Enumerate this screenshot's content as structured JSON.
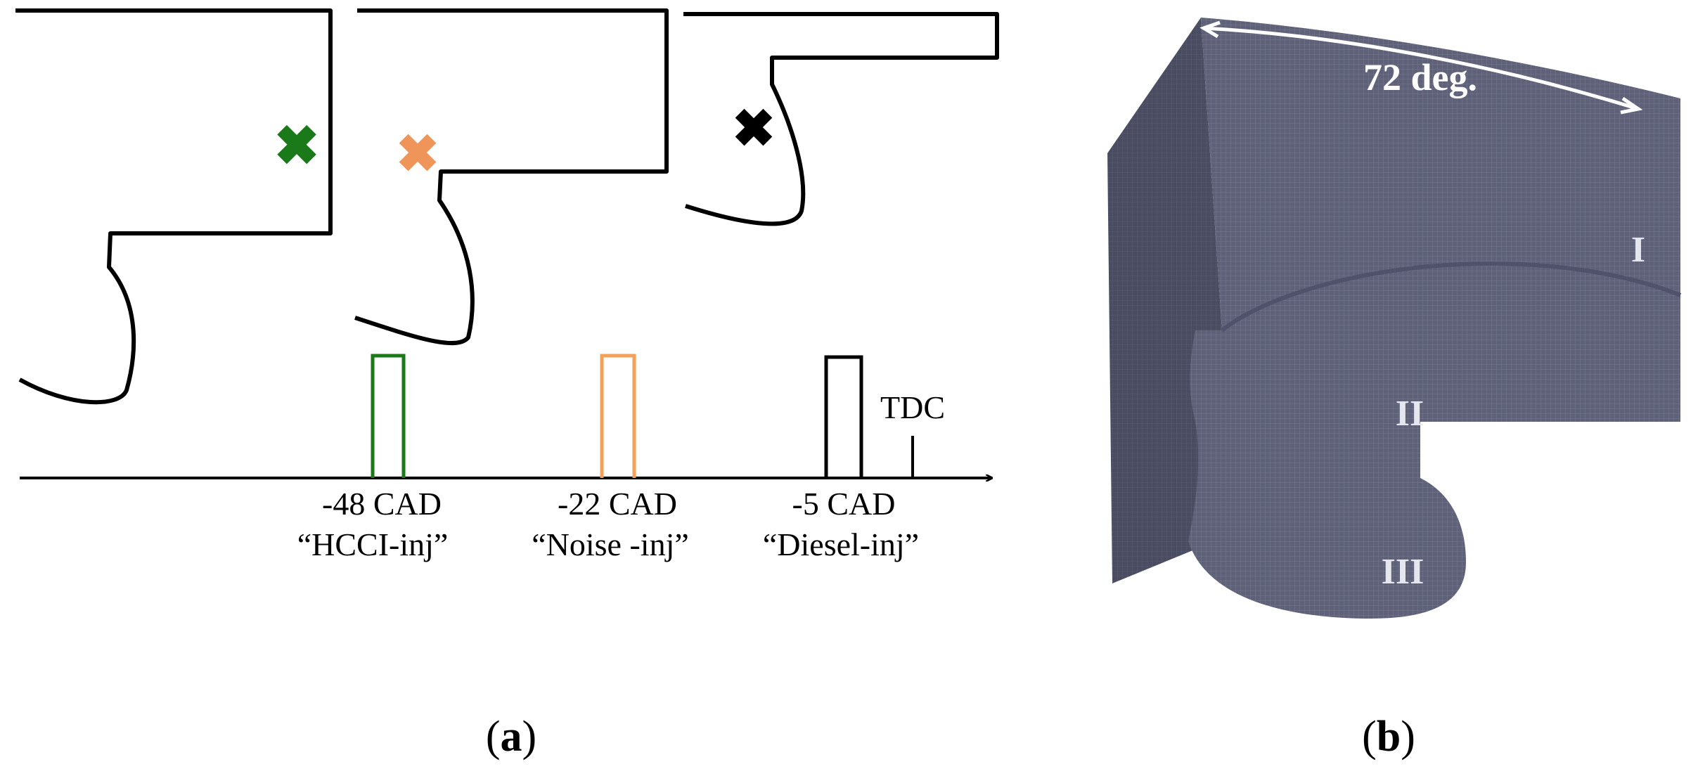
{
  "panel_a": {
    "tdc_label": "TDC",
    "injections": [
      {
        "cad": "-48 CAD",
        "name": "“HCCI-inj”",
        "color": "#1a7a1a"
      },
      {
        "cad": "-22 CAD",
        "name": "“Noise -inj”",
        "color": "#f5a05a"
      },
      {
        "cad": "-5 CAD",
        "name": "“Diesel-inj”",
        "color": "#000000"
      }
    ],
    "marker_colors": [
      "#1a7a1a",
      "#f0955a",
      "#000000"
    ],
    "caption": {
      "open": "(",
      "letter": "a",
      "close": ")"
    }
  },
  "panel_b": {
    "angle_label": "72 deg.",
    "regions": [
      "I",
      "II",
      "III"
    ],
    "mesh_color": "#5e6178",
    "caption": {
      "open": "(",
      "letter": "b",
      "close": ")"
    }
  }
}
